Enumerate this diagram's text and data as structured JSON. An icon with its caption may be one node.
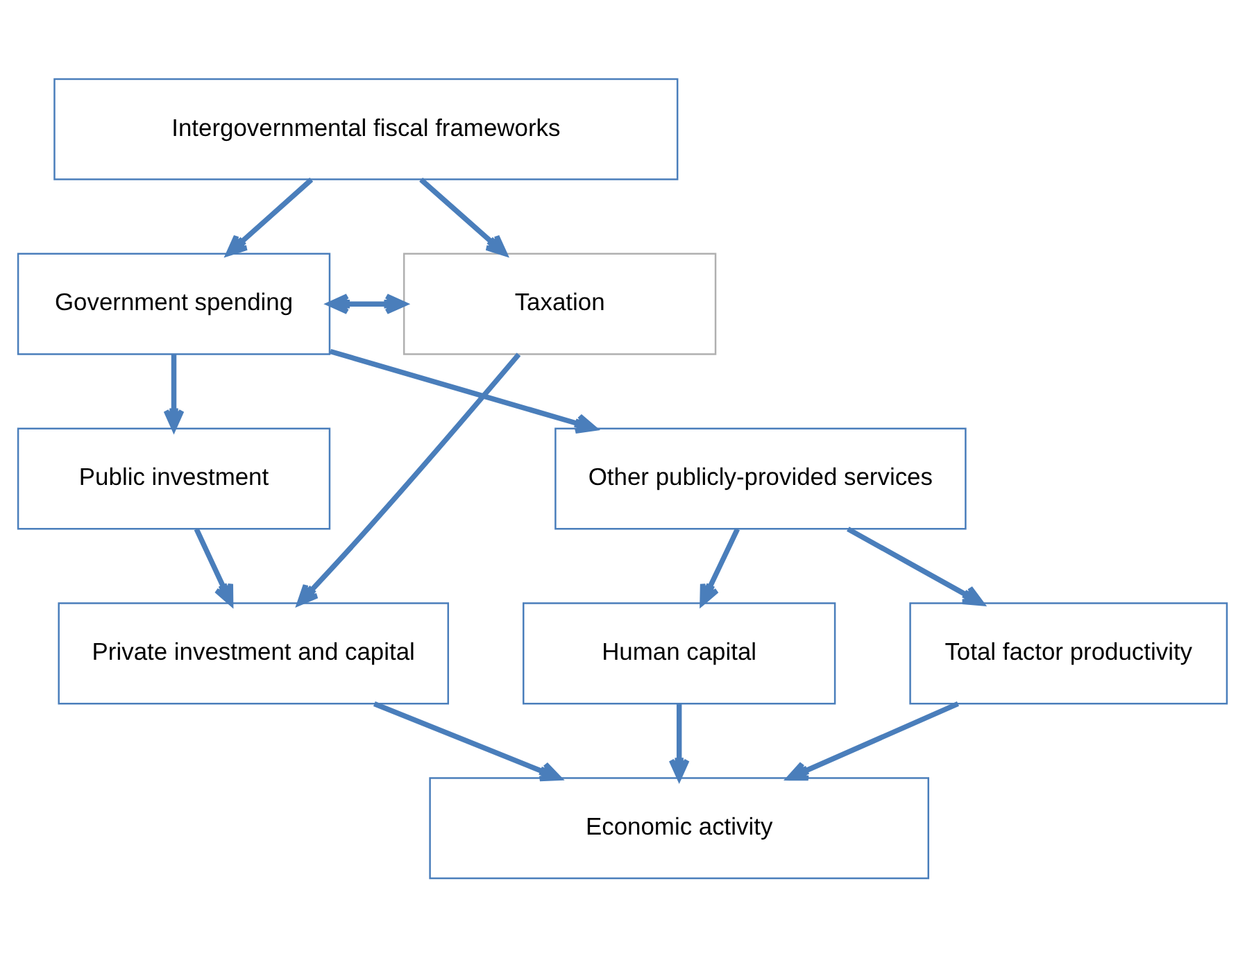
{
  "diagram": {
    "nodes": [
      {
        "text": [
          "Intergovernmental fiscal frameworks"
        ]
      },
      {
        "text": [
          "Government spending"
        ]
      },
      {
        "text": [
          "Taxation"
        ]
      },
      {
        "text": [
          "Public investment"
        ]
      },
      {
        "text": [
          "Other publicly-provided services"
        ]
      },
      {
        "text": [
          "Private investment and capital"
        ]
      },
      {
        "text": [
          "Human capital"
        ]
      },
      {
        "text": [
          "Total factor productivity"
        ]
      },
      {
        "text": [
          "Economic activity"
        ]
      }
    ],
    "edges": [
      {
        "from": 0,
        "to": 1,
        "arrow": "to"
      },
      {
        "from": 0,
        "to": 2,
        "arrow": "to"
      },
      {
        "from": 1,
        "to": 2,
        "arrow": "both"
      },
      {
        "from": 1,
        "to": 3,
        "arrow": "to"
      },
      {
        "from": 1,
        "to": 4,
        "arrow": "to"
      },
      {
        "from": 2,
        "to": 5,
        "arrow": "to"
      },
      {
        "from": 3,
        "to": 5,
        "arrow": "to"
      },
      {
        "from": 4,
        "to": 6,
        "arrow": "to"
      },
      {
        "from": 4,
        "to": 7,
        "arrow": "to"
      },
      {
        "from": 5,
        "to": 8,
        "arrow": "to"
      },
      {
        "from": 6,
        "to": 8,
        "arrow": "to"
      },
      {
        "from": 7,
        "to": 8,
        "arrow": "to"
      }
    ]
  }
}
